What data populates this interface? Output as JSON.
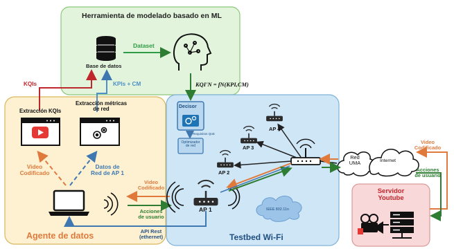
{
  "ml_tool": {
    "title": "Herramienta de modelado basado en ML",
    "database_label": "Base de datos",
    "dataset_label": "Dataset",
    "formula": "KQI'N = fN(KPI,CM)"
  },
  "agent": {
    "title": "Agente de datos",
    "kqi_extraction": "Extracción KQIs",
    "metrics_extraction_line1": "Extracción métricas",
    "metrics_extraction_line2": "de red",
    "video_line1": "Video",
    "video_line2": "Codificado",
    "data_line1": "Datos de",
    "data_line2": "Red de AP 1"
  },
  "links": {
    "kqis": "KQIs",
    "kpis_cm": "KPIs + CM",
    "video_coded_line1": "Video",
    "video_coded_line2": "Codificado",
    "user_actions_line1": "Acciones",
    "user_actions_line2": "de usuario",
    "api_line1": "API Rest",
    "api_line2": "(ethernet)",
    "yt_video_line1": "Video",
    "yt_video_line2": "Codificado",
    "yt_actions_line1": "Acciones",
    "yt_actions_line2": "de usuario"
  },
  "testbed": {
    "title": "Testbed Wi-Fi",
    "decisor": "Decisor",
    "requisitos": "Requisitos QoE",
    "optimizer_line1": "Optimizador",
    "optimizer_line2": "de red",
    "ap1": "AP 1",
    "ap2": "AP 2",
    "ap3": "AP 3",
    "ap4": "AP 4",
    "ieee": "IEEE 802.11n"
  },
  "cloud": {
    "red_line1": "Red",
    "red_line2": "UMA",
    "internet": "Internet"
  },
  "youtube": {
    "title_line1": "Servidor",
    "title_line2": "Youtube"
  },
  "colors": {
    "green_box": "#e2f4dc",
    "agent_box": "#fdf1d2",
    "testbed_box": "#cfe6f6",
    "youtube_box": "#f8d8d8",
    "red_arrow": "#c0272d",
    "blue_arrow": "#3f78b0",
    "orange_arrow": "#e07a3c",
    "green_arrow": "#2e7d32"
  }
}
